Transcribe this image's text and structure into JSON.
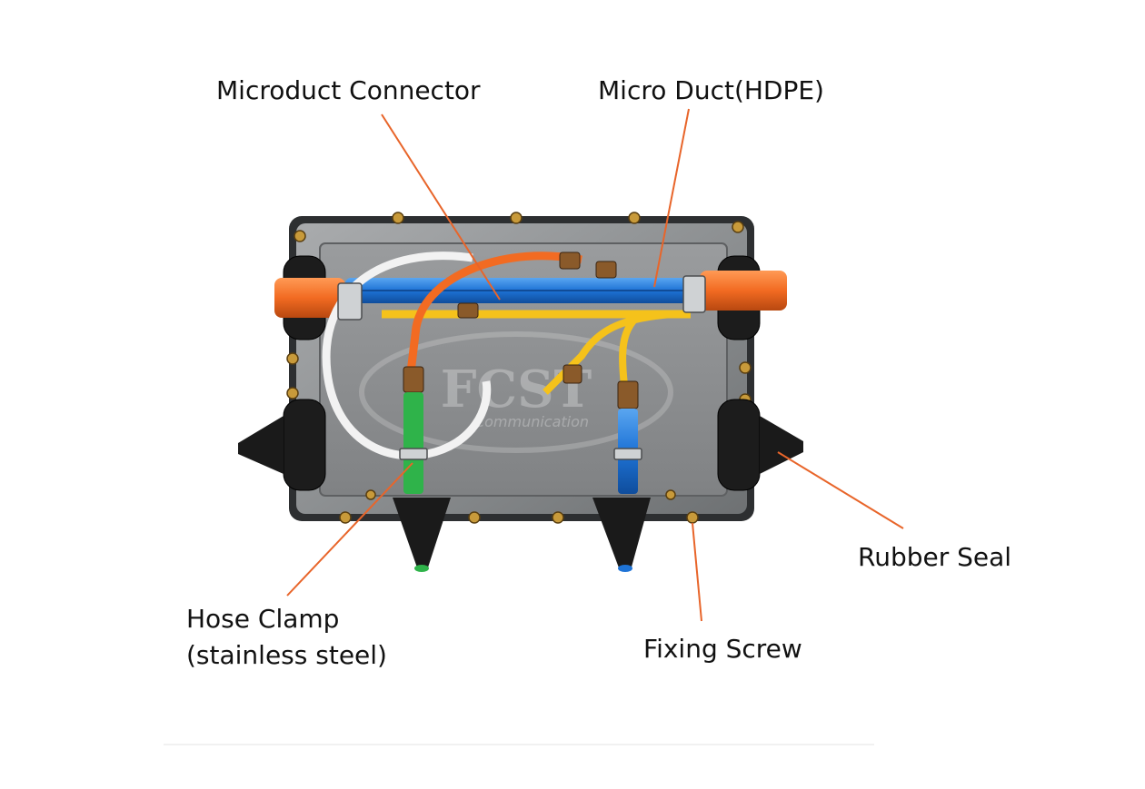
{
  "labels": {
    "microduct_connector": "Microduct Connector",
    "micro_duct": "Micro Duct(HDPE)",
    "rubber_seal": "Rubber Seal",
    "hose_clamp_line1": "Hose Clamp",
    "hose_clamp_line2": "(stainless steel)",
    "fixing_screw": "Fixing Screw"
  },
  "watermark": {
    "logo_text": "FCST",
    "sub_text": "Communication"
  },
  "colors": {
    "leader_line": "#e8652a",
    "orange_duct": "#f26b22",
    "blue_duct": "#1e73d6",
    "yellow_duct": "#f5c21b",
    "white_duct": "#eeeeee",
    "green_duct": "#2fb34a",
    "housing": "#8a8c8e"
  }
}
